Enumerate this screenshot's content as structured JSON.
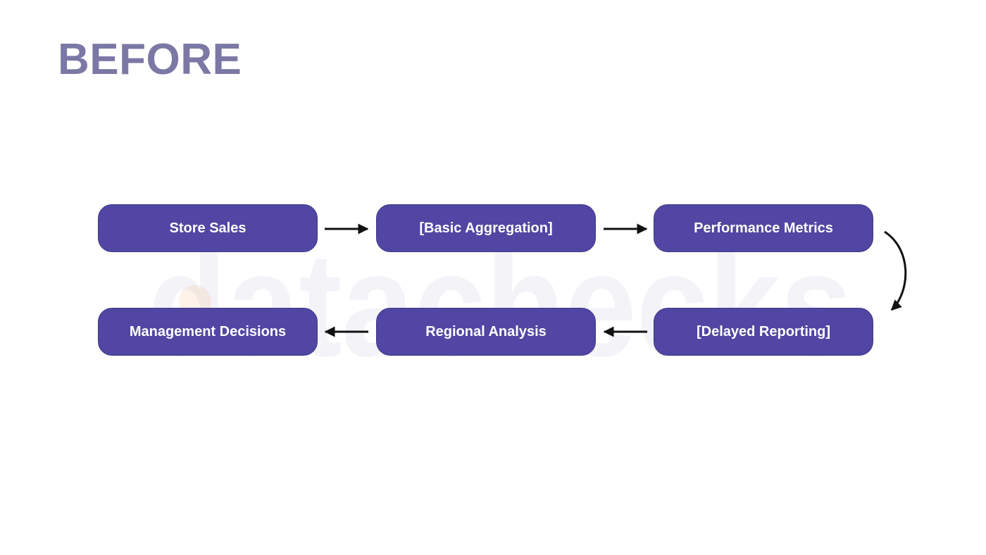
{
  "title": "BEFORE",
  "watermark_text": "datachecks",
  "colors": {
    "title": "#7b78a5",
    "node_fill": "#5146a3",
    "node_text": "#ffffff",
    "arrow": "#111111",
    "watermark": "#f3f3f8",
    "watermark_dot": "#f47b2b"
  },
  "nodes": [
    {
      "id": "store-sales",
      "label": "Store Sales"
    },
    {
      "id": "basic-aggregation",
      "label": "[Basic Aggregation]"
    },
    {
      "id": "performance-metrics",
      "label": "Performance Metrics"
    },
    {
      "id": "delayed-reporting",
      "label": "[Delayed Reporting]"
    },
    {
      "id": "regional-analysis",
      "label": "Regional Analysis"
    },
    {
      "id": "management-decisions",
      "label": "Management Decisions"
    }
  ],
  "edges": [
    {
      "from": "store-sales",
      "to": "basic-aggregation"
    },
    {
      "from": "basic-aggregation",
      "to": "performance-metrics"
    },
    {
      "from": "performance-metrics",
      "to": "delayed-reporting"
    },
    {
      "from": "delayed-reporting",
      "to": "regional-analysis"
    },
    {
      "from": "regional-analysis",
      "to": "management-decisions"
    }
  ]
}
